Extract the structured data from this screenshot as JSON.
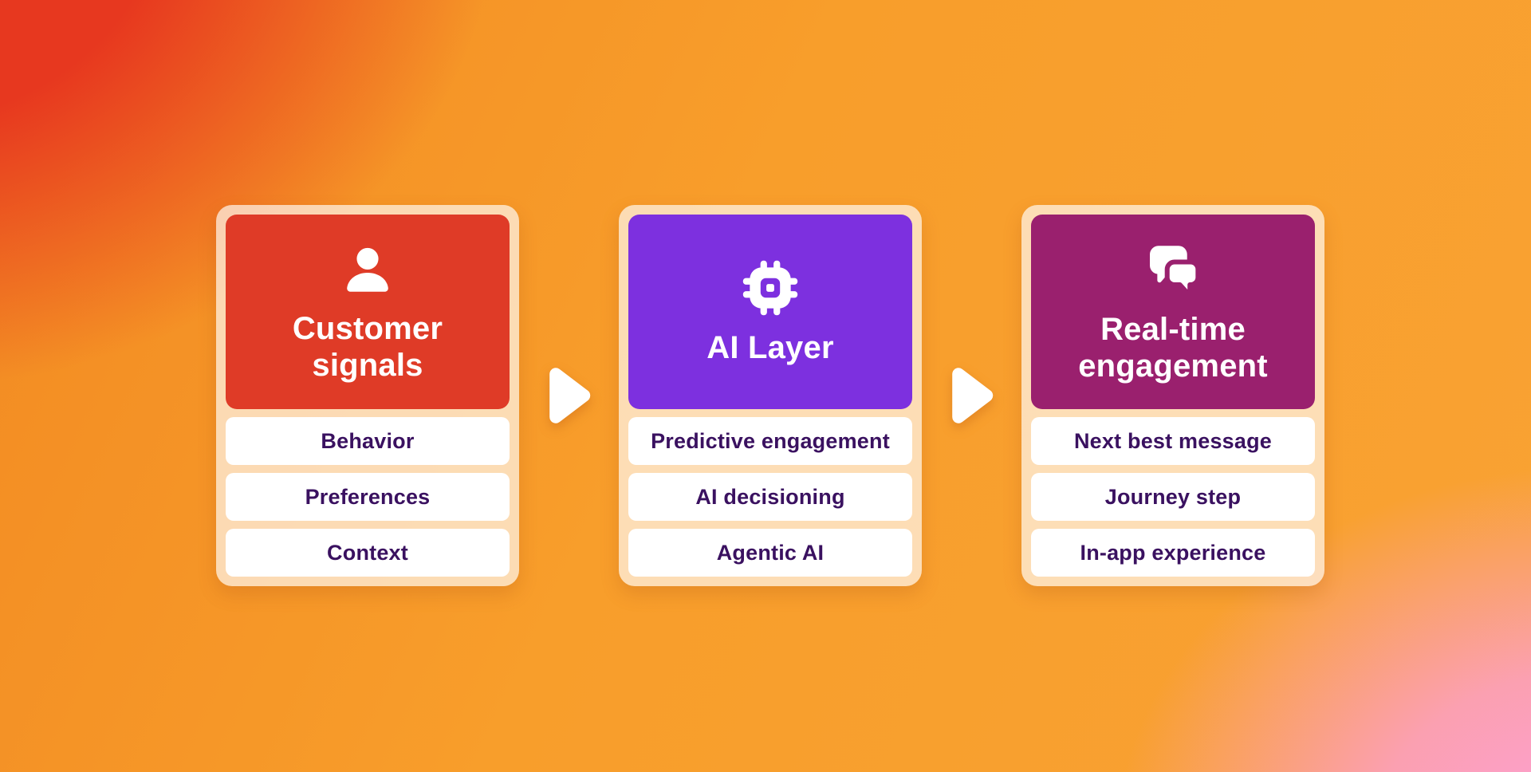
{
  "diagram_title": "Customer signals to real-time engagement flow",
  "background": {
    "top_left_color": "#E7381F",
    "top_right_color": "#F9A233",
    "bottom_left_color": "#F8981F",
    "bottom_right_color": "#FCA0DB"
  },
  "frame_color": "rgba(255,255,255,0.65)",
  "item_text_color": "#3A1160",
  "title_text_color": "#FFFFFF",
  "arrow": {
    "icon": "arrow-right-icon",
    "color": "#FFFFFF"
  },
  "cards": [
    {
      "id": "customer-signals",
      "title": "Customer signals",
      "header_color": "#DF3B27",
      "icon": "user-icon",
      "items": [
        "Behavior",
        "Preferences",
        "Context"
      ]
    },
    {
      "id": "ai-layer",
      "title": "AI Layer",
      "header_color": "#7D30DF",
      "icon": "chip-icon",
      "items": [
        "Predictive engagement",
        "AI decisioning",
        "Agentic AI"
      ]
    },
    {
      "id": "real-time-engagement",
      "title": "Real-time engagement",
      "header_color": "#9A206E",
      "icon": "chat-bubbles-icon",
      "items": [
        "Next best message",
        "Journey step",
        "In-app experience"
      ]
    }
  ]
}
